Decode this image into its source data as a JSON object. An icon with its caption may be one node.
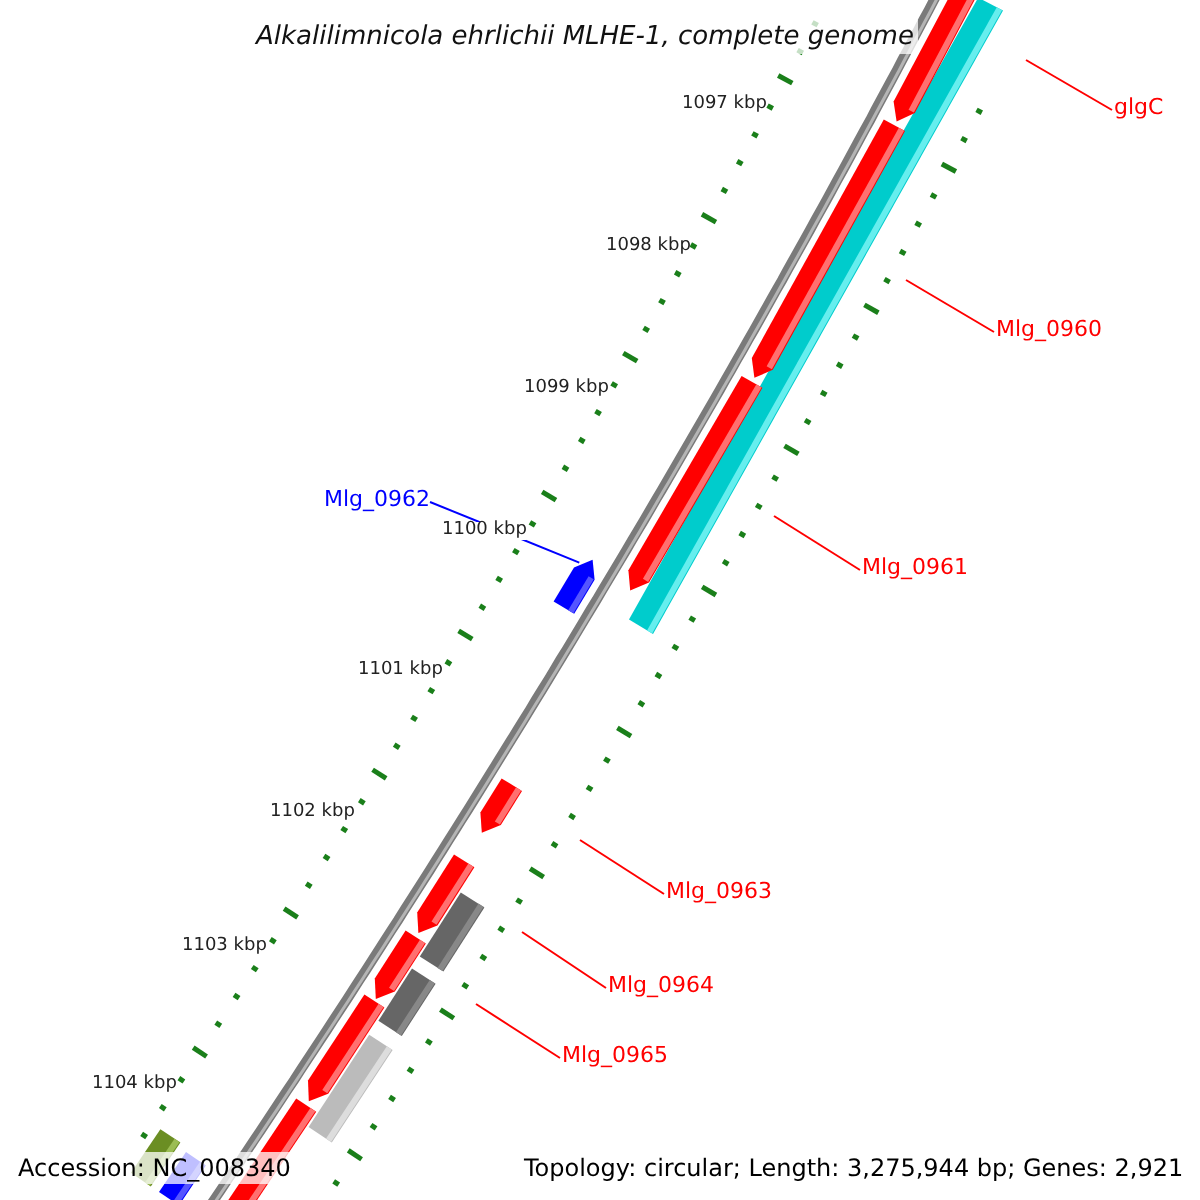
{
  "diagram": {
    "title": "Alkalilimnicola ehrlichii MLHE-1, complete genome",
    "nodes": [
      {
        "text": [
          "glgC"
        ]
      },
      {
        "text": [
          "Mlg_0960"
        ]
      },
      {
        "text": [
          "Mlg_0961"
        ]
      },
      {
        "text": [
          "Mlg_0962"
        ]
      },
      {
        "text": [
          "Mlg_0963"
        ]
      },
      {
        "text": [
          "Mlg_0964"
        ]
      },
      {
        "text": [
          "Mlg_0965"
        ]
      },
      {
        "text": [],
        "shape": "arrow"
      }
    ],
    "edges": [
      {
        "from": 0,
        "to": null,
        "arrow": "none"
      },
      {
        "from": 1,
        "to": null,
        "arrow": "none"
      },
      {
        "from": 2,
        "to": null,
        "arrow": "none"
      },
      {
        "from": 3,
        "to": 7,
        "arrow": "none",
        "color": "#0000ff"
      },
      {
        "from": 4,
        "to": null,
        "arrow": "none"
      },
      {
        "from": 5,
        "to": null,
        "arrow": "none"
      },
      {
        "from": 6,
        "to": null,
        "arrow": "none"
      }
    ],
    "labels": [
      "1097 kbp",
      "1098 kbp",
      "1099 kbp",
      "1100 kbp",
      "1101 kbp",
      "1102 kbp",
      "1103 kbp",
      "1104 kbp",
      "Accession: NC_008340",
      "Topology: circular; Length: 3,275,944 bp; Genes: 2,921"
    ]
  }
}
